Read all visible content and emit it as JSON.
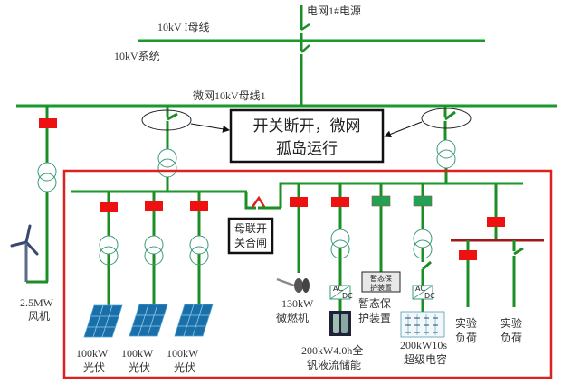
{
  "colors": {
    "bus_green": "#1a9a2a",
    "line_green": "#1b8f26",
    "breaker_closed_red": "#ee1111",
    "breaker_open_green": "#22a055",
    "microgrid_boundary_red": "#dd2020",
    "sub_bus_darkred": "#a01818",
    "transformer_teal": "#3a9a78",
    "pv_blue": "#1a6fa8"
  },
  "labels": {
    "grid_source": "电网1#电源",
    "bus_10kv_1": "10kV I母线",
    "system_10kv": "10kV系统",
    "microgrid_bus": "微网10kV母线1",
    "island_note_line1": "开关断开，微网",
    "island_note_line2": "孤岛运行",
    "bus_tie_note_line1": "母联开",
    "bus_tie_note_line2": "关合闸",
    "wind_rating": "2.5MW",
    "wind_name": "风机",
    "pv1_rating": "100kW",
    "pv1_name": "光伏",
    "pv2_rating": "100kW",
    "pv2_name": "光伏",
    "pv3_rating": "100kW",
    "pv3_name": "光伏",
    "turbine_rating": "130kW",
    "turbine_name": "微燃机",
    "flow_battery_line1": "200kW4.0h全",
    "flow_battery_line2": "钒液流储能",
    "protection_box_line1": "暂态保",
    "protection_box_line2": "护装置",
    "protection_label_line1": "暂态保",
    "protection_label_line2": "护装置",
    "supercap_line1": "200kW10s",
    "supercap_line2": "超级电容",
    "load1_line1": "实验",
    "load1_line2": "负荷",
    "load2_line1": "实验",
    "load2_line2": "负荷",
    "converter_ac": "AC",
    "converter_dc": "DC"
  }
}
